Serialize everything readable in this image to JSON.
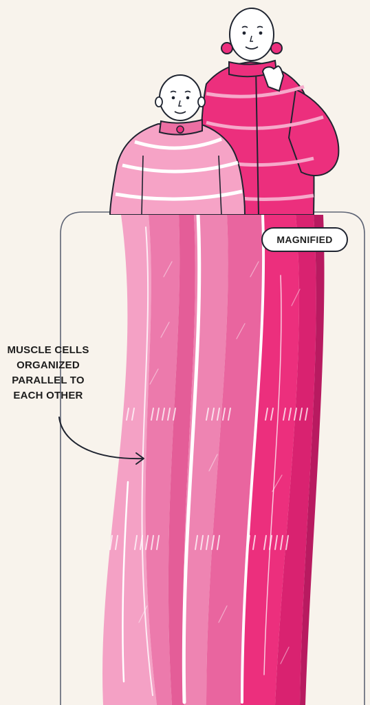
{
  "callouts": {
    "magnified_label": "MAGNIFIED",
    "annotation_lines": [
      "MUSCLE CELLS",
      "ORGANIZED",
      "PARALLEL TO",
      "EACH OTHER"
    ]
  },
  "illustration": {
    "figures": [
      "person-light-pink-sweater",
      "person-dark-pink-jacket"
    ],
    "colors": {
      "background": "#f8f3ec",
      "outline": "#1f2430",
      "light_pink": "#f6a3c6",
      "mid_pink": "#ef6fa3",
      "hot_pink": "#ec2f7d",
      "deep_pink": "#c91d67",
      "skin": "#ffffff"
    }
  }
}
